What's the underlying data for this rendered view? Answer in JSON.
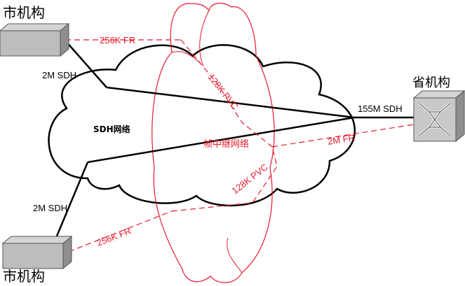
{
  "nodes": {
    "city_top": {
      "label": "市机构"
    },
    "city_bottom": {
      "label": "市机构"
    },
    "province": {
      "label": "省机构"
    }
  },
  "networks": {
    "sdh": {
      "label": "SDH网络"
    },
    "frame_relay": {
      "label": "帧中继网络"
    }
  },
  "links": {
    "sdh_top": "2M SDH",
    "sdh_bottom": "2M SDH",
    "sdh_province": "155M SDH",
    "fr_top": "256K FR",
    "fr_bottom": "256K FR",
    "fr_province": "2M FR",
    "pvc_top": "128K PVC",
    "pvc_bottom": "128K PVC"
  },
  "colors": {
    "sdh": "#000000",
    "frame_relay": "#e8192c",
    "device_top": "#d4d4d4",
    "device_front": "#bdbdbd",
    "device_side": "#8f8f8f"
  }
}
